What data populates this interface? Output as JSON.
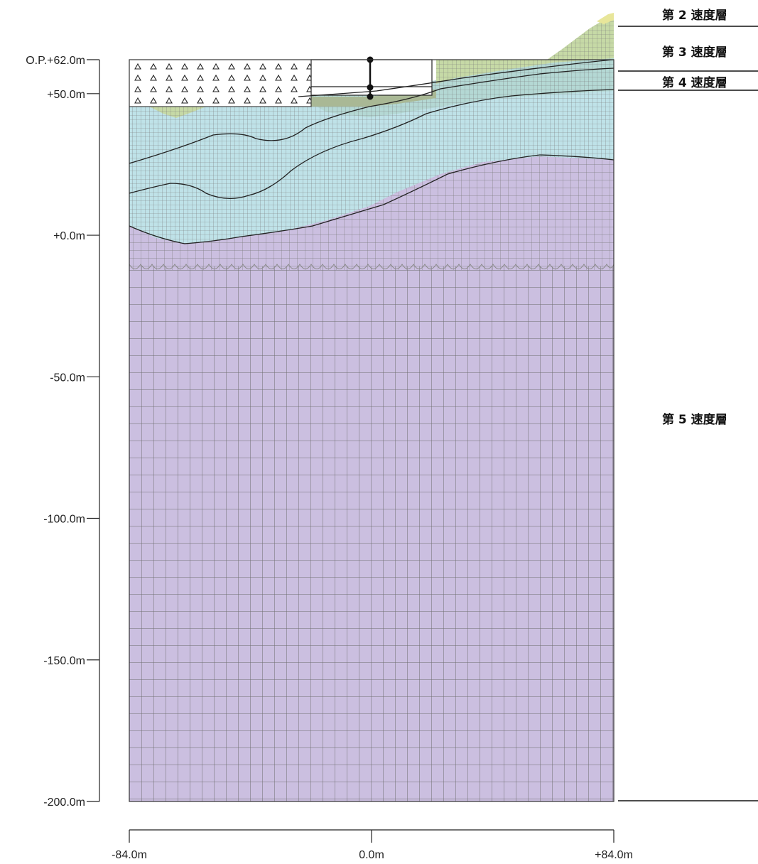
{
  "figure": {
    "y_axis": {
      "ticks": [
        {
          "label": "O.P.+62.0m",
          "value": 62
        },
        {
          "label": "+50.0m",
          "value": 50
        },
        {
          "label": "+0.0m",
          "value": 0
        },
        {
          "label": "-50.0m",
          "value": -50
        },
        {
          "label": "-100.0m",
          "value": -100
        },
        {
          "label": "-150.0m",
          "value": -150
        },
        {
          "label": "-200.0m",
          "value": -200
        }
      ]
    },
    "x_axis": {
      "ticks": [
        {
          "label": "-84.0m",
          "value": -84
        },
        {
          "label": "0.0m",
          "value": 0
        },
        {
          "label": "+84.0m",
          "value": 84
        }
      ]
    },
    "layer_labels": [
      {
        "text": "第 2 速度層",
        "id": "layer-2"
      },
      {
        "text": "第 3 速度層",
        "id": "layer-3"
      },
      {
        "text": "第 4 速度層",
        "id": "layer-4"
      },
      {
        "text": "第 5 速度層",
        "id": "layer-5"
      }
    ],
    "colors": {
      "layer5": "#cbbfe0",
      "layer4": "#bfe2e8",
      "layer3": "#b4d8d4",
      "layer2": "#c6d9a6",
      "layer1": "#e8e69a",
      "mesh": "#7a7a7a",
      "boundary": "#222222"
    }
  }
}
